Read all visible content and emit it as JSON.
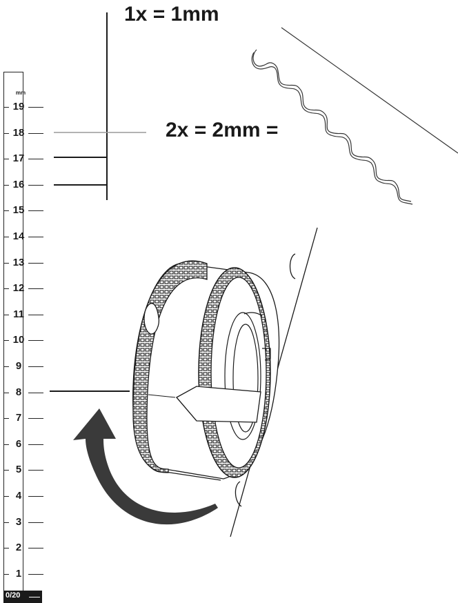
{
  "captions": {
    "top": "1x = 1mm",
    "middle": "2x = 2mm ="
  },
  "ruler": {
    "unit": "mm",
    "zero_label": "0/20",
    "marks": [
      "19",
      "18",
      "17",
      "16",
      "15",
      "14",
      "13",
      "12",
      "11",
      "10",
      "9",
      "8",
      "7",
      "6",
      "5",
      "4",
      "3",
      "2",
      "1"
    ]
  },
  "colors": {
    "ink": "#1a1a1a",
    "gray_line": "#9a9a9a",
    "arrow": "#3a3a3a"
  }
}
